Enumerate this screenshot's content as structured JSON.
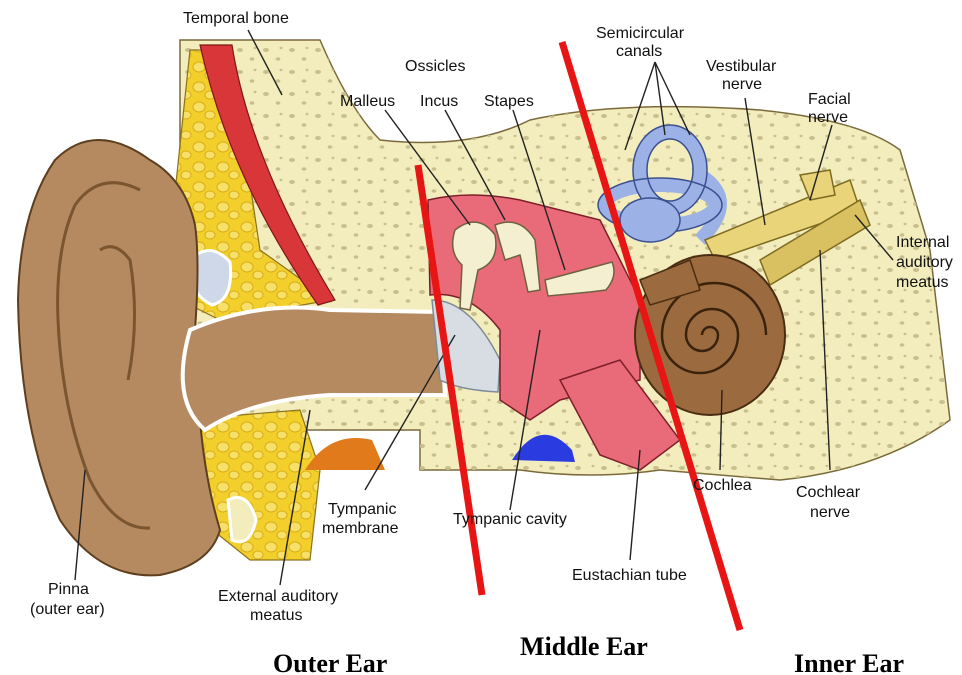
{
  "labels": {
    "temporal_bone": "Temporal bone",
    "ossicles": "Ossicles",
    "malleus": "Malleus",
    "incus": "Incus",
    "stapes": "Stapes",
    "semicircular_1": "Semicircular",
    "semicircular_2": "canals",
    "vestibular_1": "Vestibular",
    "vestibular_2": "nerve",
    "facial_1": "Facial",
    "facial_2": "nerve",
    "internal_1": "Internal",
    "internal_2": "auditory",
    "internal_3": "meatus",
    "cochlea": "Cochlea",
    "cochlear_1": "Cochlear",
    "cochlear_2": "nerve",
    "tympanic_membrane_1": "Tympanic",
    "tympanic_membrane_2": "membrane",
    "tympanic_cavity": "Tympanic cavity",
    "eustachian_tube": "Eustachian tube",
    "pinna_1": "Pinna",
    "pinna_2": "(outer ear)",
    "external_1": "External auditory",
    "external_2": "meatus"
  },
  "regions": {
    "outer": "Outer Ear",
    "middle": "Middle Ear",
    "inner": "Inner Ear"
  },
  "colors": {
    "bone": "#f3edbe",
    "bone_dots": "#c9bf8c",
    "skin": "#b58a60",
    "skin_dark": "#8a6238",
    "fat": "#f2cf2a",
    "muscle": "#d9363a",
    "middle_cavity": "#e96a78",
    "ossicle": "#f4efd0",
    "semicircular": "#9cb1e6",
    "cochlea": "#9b6b3f",
    "nerve": "#e9d47a",
    "drum": "#d7dde3",
    "orange_tissue": "#e07a1a",
    "blue_tissue": "#2a3be0",
    "divider": "#e81515"
  }
}
